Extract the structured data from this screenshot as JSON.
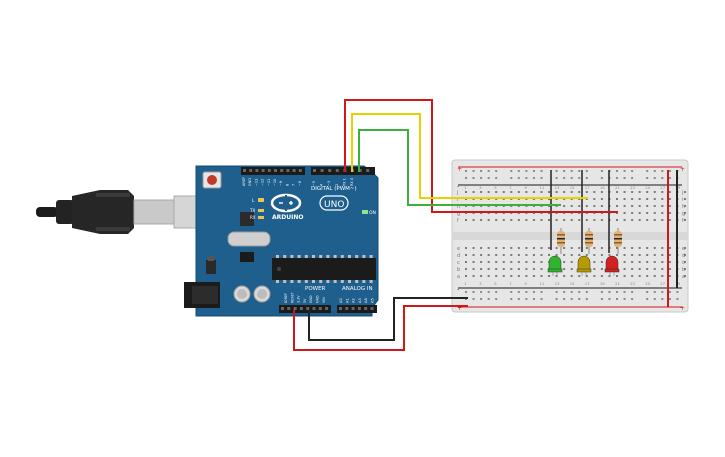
{
  "board": {
    "brand": "ARDUINO",
    "model": "UNO",
    "digital_label": "DIGITAL (PWM~)",
    "power_label": "POWER",
    "analog_label": "ANALOG IN",
    "on_label": "ON",
    "l_label": "L",
    "tx_label": "TX",
    "rx_label": "RX",
    "top_header_pins": [
      "AREF",
      "GND",
      "~13",
      "~12",
      "~11",
      "~10",
      "~9",
      "8",
      "7",
      "~6",
      "~5",
      "4",
      "~3",
      "2",
      "TX 1",
      "RX 0"
    ],
    "power_pins": [
      "IOREF",
      "RESET",
      "3.3V",
      "5V",
      "GND",
      "GND",
      "VIN"
    ],
    "analog_pins": [
      "A0",
      "A1",
      "A2",
      "A3",
      "A4",
      "A5"
    ]
  },
  "breadboard": {
    "row_letters_top": [
      "j",
      "i",
      "h",
      "g",
      "f"
    ],
    "row_letters_bottom": [
      "e",
      "d",
      "c",
      "b",
      "a"
    ],
    "rail_plus": "+",
    "rail_minus": "-",
    "column_numbers": [
      "1",
      "3",
      "5",
      "7",
      "9",
      "11",
      "13",
      "15",
      "17",
      "19",
      "21",
      "23",
      "25",
      "27",
      "29"
    ]
  },
  "leds": [
    {
      "name": "green",
      "color": "#2db52d"
    },
    {
      "name": "yellow",
      "color": "#b59a00"
    },
    {
      "name": "red",
      "color": "#d32020"
    }
  ],
  "colors": {
    "board": "#1e5f8e",
    "wire_red": "#d01818",
    "wire_yellow": "#e6d200",
    "wire_green": "#3caf3c",
    "wire_black": "#222222",
    "breadboard": "#e8e8e8"
  }
}
